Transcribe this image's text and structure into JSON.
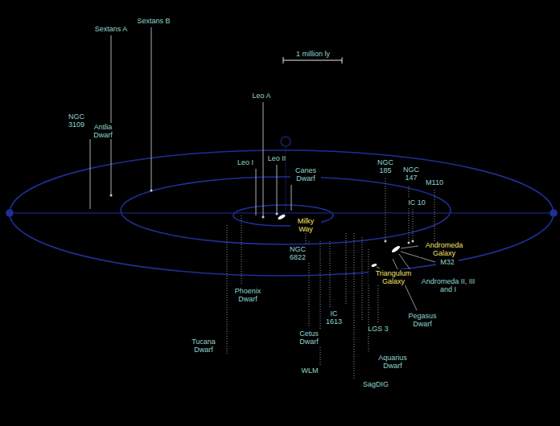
{
  "diagram": {
    "labels": [
      "Sextans A",
      "Sextans B",
      "NGC 3109",
      "Antlia Dwarf",
      "1 million ly",
      "Leo A",
      "Leo I",
      "Leo II",
      "Canes Dwarf",
      "NGC 185",
      "NGC 147",
      "M110",
      "IC 10",
      "Milky Way",
      "NGC 6822",
      "Andromeda Galaxy",
      "M32",
      "Triangulum Galaxy",
      "Andromeda II, III and I",
      "Pegasus Dwarf",
      "Phoenix Dwarf",
      "Tucana Dwarf",
      "Cetus Dwarf",
      "IC 1613",
      "LGS 3",
      "Aquarius Dwarf",
      "WLM",
      "SagDIG"
    ]
  }
}
